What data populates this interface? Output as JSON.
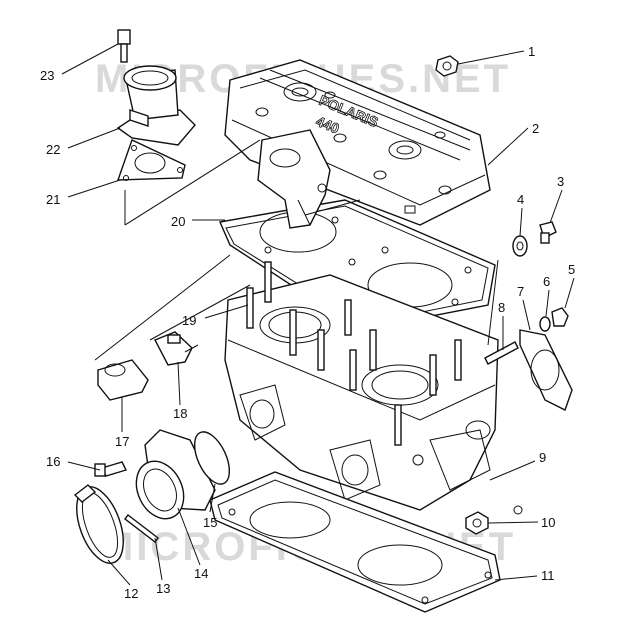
{
  "watermark": {
    "top": "MICROFICHES.NET",
    "bottom": "MICROFICHES.NET"
  },
  "callouts": [
    "1",
    "2",
    "3",
    "4",
    "5",
    "6",
    "7",
    "8",
    "9",
    "10",
    "11",
    "12",
    "13",
    "14",
    "15",
    "16",
    "17",
    "18",
    "19",
    "20",
    "21",
    "22",
    "23"
  ],
  "head_lettering": {
    "brand": "POLARIS",
    "model": "440"
  }
}
